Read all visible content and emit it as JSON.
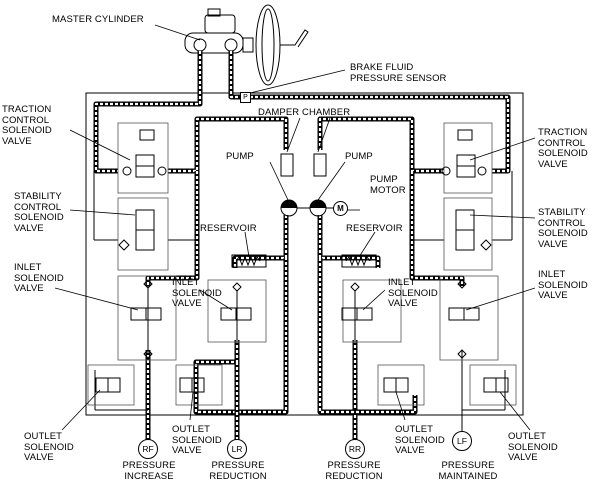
{
  "labels": {
    "master_cylinder": "MASTER CYLINDER",
    "brake_fluid_pressure_sensor": "BRAKE FLUID\nPRESSURE SENSOR",
    "damper_chamber": "DAMPER CHAMBER",
    "pump_left": "PUMP",
    "pump_right": "PUMP",
    "pump_motor": "PUMP\nMOTOR",
    "reservoir_left": "RESERVOIR",
    "reservoir_right": "RESERVOIR",
    "traction_left": "TRACTION\nCONTROL\nSOLENOID\nVALVE",
    "traction_right": "TRACTION\nCONTROL\nSOLENOID\nVALVE",
    "stability_left": "STABILITY\nCONTROL\nSOLENOID\nVALVE",
    "stability_right": "STABILITY\nCONTROL\nSOLENOID\nVALVE",
    "inlet_left_outer": "INLET\nSOLENOID\nVALVE",
    "inlet_left_inner": "INLET\nSOLENOID\nVALVE",
    "inlet_right_inner": "INLET\nSOLENOID\nVALVE",
    "inlet_right_outer": "INLET\nSOLENOID\nVALVE",
    "outlet_1": "OUTLET\nSOLENOID\nVALVE",
    "outlet_2": "OUTLET\nSOLENOID\nVALVE",
    "outlet_3": "OUTLET\nSOLENOID\nVALVE",
    "outlet_4": "OUTLET\nSOLENOID\nVALVE",
    "pressure_increase": "PRESSURE\nINCREASE",
    "pressure_reduction_lr": "PRESSURE\nREDUCTION",
    "pressure_reduction_rr": "PRESSURE\nREDUCTION",
    "pressure_maintained": "PRESSURE\nMAINTAINED"
  },
  "wheels": {
    "rf": "RF",
    "lr": "LR",
    "rr": "RR",
    "lf": "LF"
  },
  "tags": {
    "sensor": "P",
    "motor": "M"
  }
}
